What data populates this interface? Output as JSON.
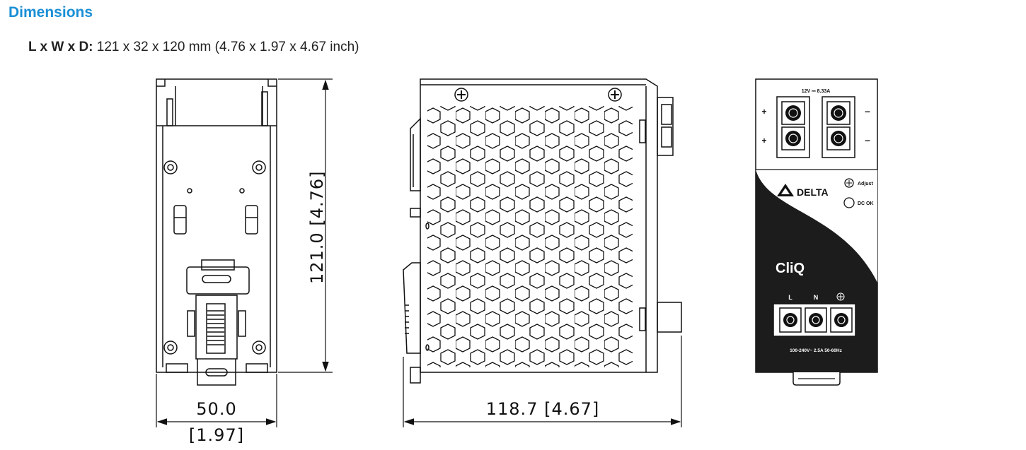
{
  "page": {
    "title": "Dimensions",
    "dims_label": "L x W x D:",
    "dims_value": " 121 x 32 x 120 mm (4.76 x 1.97 x 4.67 inch)"
  },
  "drawing": {
    "height_dim": "121.0  [4.76]",
    "width_dim_mm": "50.0",
    "width_dim_in": "[1.97]",
    "depth_dim": "118.7  [4.67]"
  },
  "front_panel": {
    "output_rating": "12V ⎓ 8.33A",
    "plus_sign": "+",
    "minus_sign": "–",
    "brand": "DELTA",
    "adjust_label": "Adjust",
    "dcok_label": "DC OK",
    "series_logo": "CliQ",
    "input_L": "L",
    "input_N": "N",
    "input_rating": "100-240V~ 2.5A 50-60Hz"
  },
  "colors": {
    "title": "#1a8fd6",
    "line": "#111111",
    "panel_dark": "#1c1c1c"
  }
}
